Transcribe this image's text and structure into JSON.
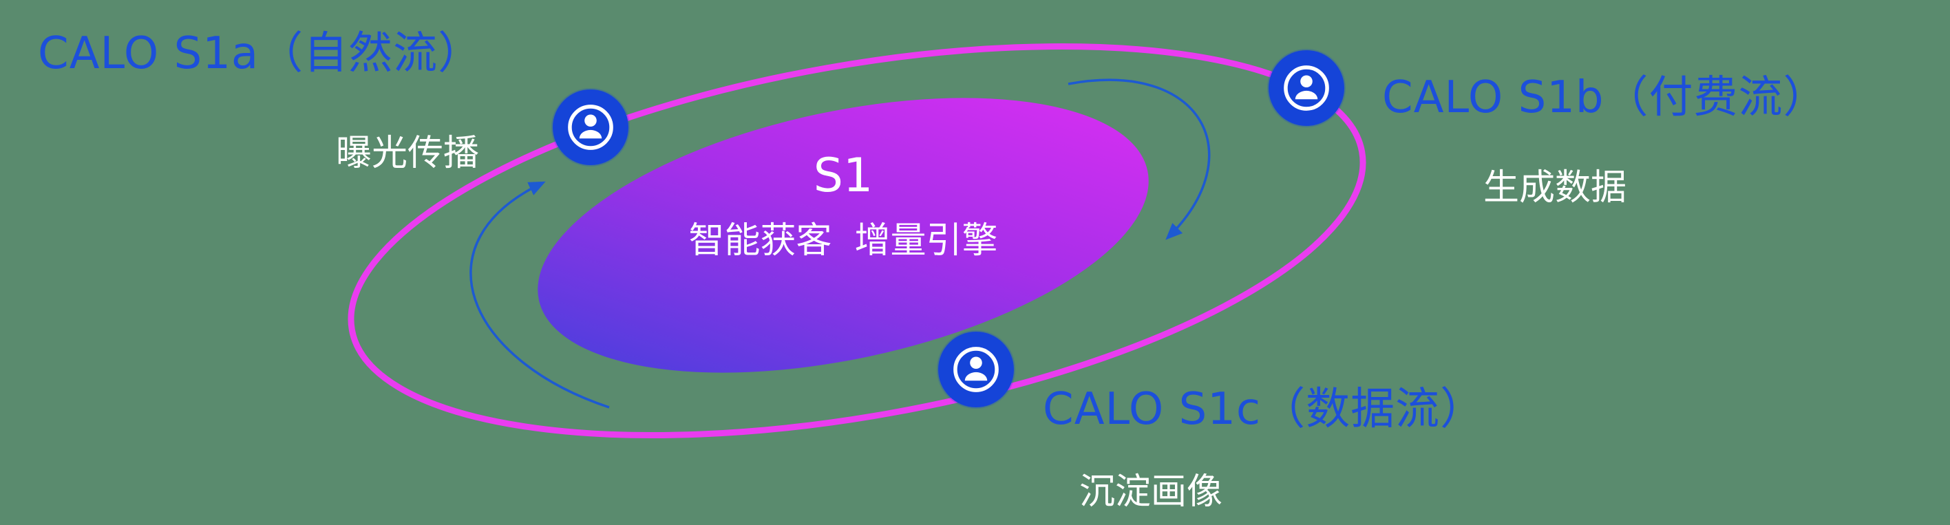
{
  "diagram": {
    "center": {
      "title": "S1",
      "subtitle": "智能获客  增量引擎"
    },
    "nodes": [
      {
        "id": "s1a",
        "label": "CALO S1a（自然流）",
        "sublabel": "曝光传播",
        "icon": "user-icon"
      },
      {
        "id": "s1b",
        "label": "CALO S1b（付费流）",
        "sublabel": "生成数据",
        "icon": "user-icon"
      },
      {
        "id": "s1c",
        "label": "CALO S1c（数据流）",
        "sublabel": "沉淀画像",
        "icon": "user-icon"
      }
    ],
    "colors": {
      "background": "#5a8b6e",
      "label_blue": "#1c4fdb",
      "orbit_magenta": "#ea3cf0",
      "node_blue": "#1544d8",
      "arrow_blue": "#1d5ad2",
      "core_gradient_start": "#4440dc",
      "core_gradient_mid": "#a62fe9",
      "core_gradient_end": "#da2ff2",
      "text_white": "#ffffff"
    }
  }
}
